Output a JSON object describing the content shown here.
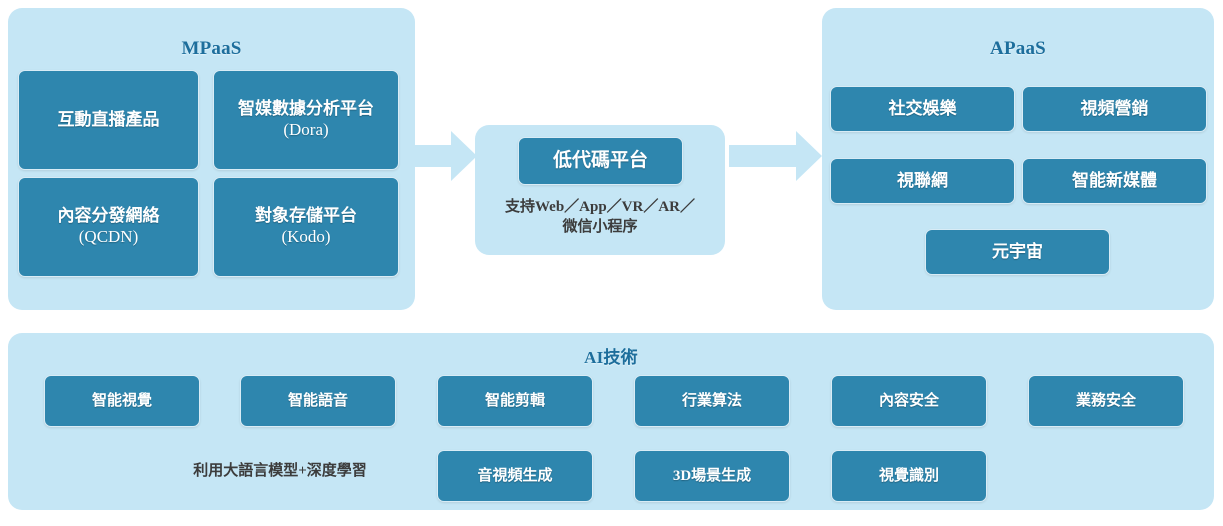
{
  "diagram": {
    "mpaas": {
      "title": "MPaaS",
      "tiles": [
        {
          "label": "互動直播產品",
          "sub": ""
        },
        {
          "label": "智媒數據分析平台",
          "sub": "(Dora)"
        },
        {
          "label": "內容分發網絡",
          "sub": "(QCDN)"
        },
        {
          "label": "對象存儲平台",
          "sub": "(Kodo)"
        }
      ]
    },
    "lowcode": {
      "tile_label": "低代碼平台",
      "caption_line1": "支持Web／App／VR／AR／",
      "caption_line2": "微信小程序"
    },
    "apaas": {
      "title": "APaaS",
      "tiles": [
        {
          "label": "社交娛樂"
        },
        {
          "label": "視頻營銷"
        },
        {
          "label": "視聯網"
        },
        {
          "label": "智能新媒體"
        },
        {
          "label": "元宇宙"
        }
      ]
    },
    "ai": {
      "title": "AI技術",
      "row1": [
        {
          "label": "智能視覺"
        },
        {
          "label": "智能語音"
        },
        {
          "label": "智能剪輯"
        },
        {
          "label": "行業算法"
        },
        {
          "label": "內容安全"
        },
        {
          "label": "業務安全"
        }
      ],
      "row2_caption": "利用大語言模型+深度學習",
      "row2": [
        {
          "label": "音視頻生成"
        },
        {
          "label": "3D場景生成"
        },
        {
          "label": "視覺識別"
        }
      ]
    },
    "arrows": [
      {
        "name": "arrow-mpaas-to-lowcode"
      },
      {
        "name": "arrow-lowcode-to-apaas"
      }
    ],
    "colors": {
      "panel_bg": "#c5e6f5",
      "tile_bg": "#2e86ae",
      "title_color": "#1d6e9c",
      "caption_color": "#3c3c3c",
      "arrow_fill": "#c5e6f5"
    }
  }
}
